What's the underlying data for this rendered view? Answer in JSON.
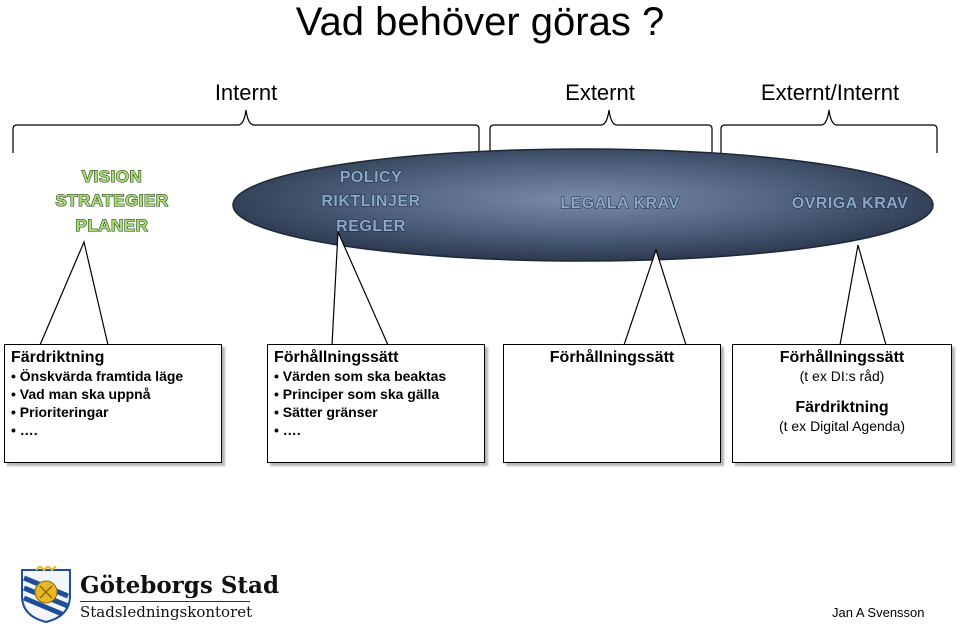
{
  "title": "Vad behöver göras ?",
  "headers": {
    "internt": "Internt",
    "externt": "Externt",
    "externt_internt": "Externt/Internt"
  },
  "left_stack": [
    "VISION",
    "STRATEGIER",
    "PLANER"
  ],
  "ellipse_stack": [
    "POLICY",
    "RIKTLINJER",
    "REGLER"
  ],
  "legala_krav": "LEGALA KRAV",
  "ovriga_krav": "ÖVRIGA KRAV",
  "boxes": [
    {
      "head": "Färdriktning",
      "items": [
        "Önskvärda framtida läge",
        "Vad man ska uppnå",
        "Prioriteringar",
        "…."
      ]
    },
    {
      "head": "Förhållningssätt",
      "items": [
        "Värden som ska beaktas",
        "Principer som ska gälla",
        "Sätter gränser",
        "…."
      ]
    },
    {
      "head": "Förhållningssätt"
    },
    {
      "head1": "Förhållningssätt",
      "sub1": "(t ex DI:s råd)",
      "head2": "Färdriktning",
      "sub2": "(t ex Digital Agenda)"
    }
  ],
  "logo": {
    "name": "Göteborgs Stad",
    "unit": "Stadsledningskontoret"
  },
  "author": "Jan A Svensson",
  "colors": {
    "ellipse_fill": "#3d5068",
    "green_text": "#a8e070",
    "blue_text": "#8ea8c8"
  }
}
